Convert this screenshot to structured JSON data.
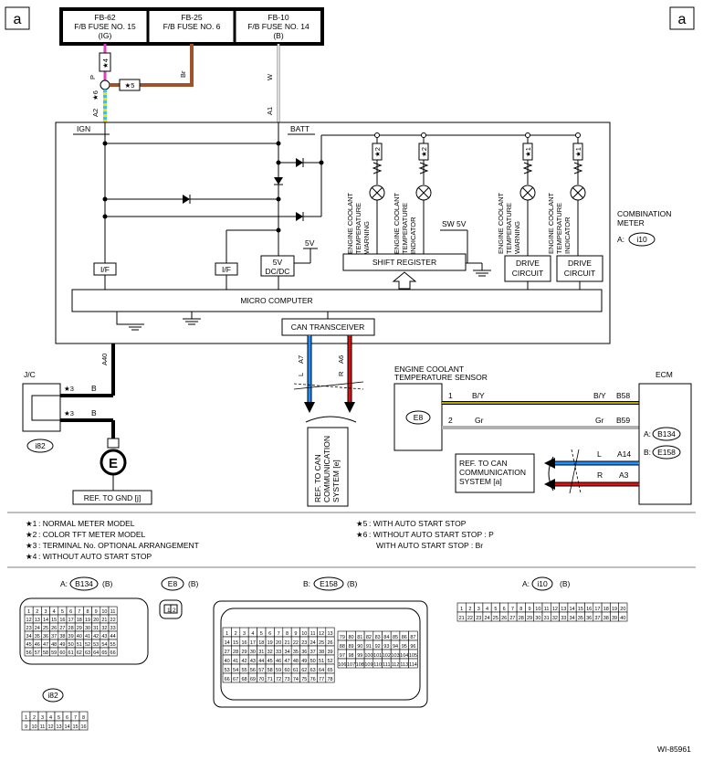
{
  "section_tag": "a",
  "fuses": [
    {
      "id": "FB-62",
      "name": "F/B FUSE NO. 15",
      "sub": "(IG)"
    },
    {
      "id": "FB-25",
      "name": "F/B FUSE NO. 6",
      "sub": ""
    },
    {
      "id": "FB-10",
      "name": "F/B FUSE NO. 14",
      "sub": "(B)"
    }
  ],
  "wire_labels": {
    "p": "P",
    "br": "Br",
    "w": "W",
    "a2": "A2",
    "a1": "A1",
    "a40": "A40",
    "a7": "A7",
    "a6": "A6",
    "l": "L",
    "r": "R",
    "b": "B",
    "b_y": "B/Y",
    "gr": "Gr",
    "b58": "B58",
    "b59": "B59",
    "a14": "A14",
    "a3": "A3",
    "pin1": "1",
    "pin2": "2"
  },
  "stars": {
    "s1": "★1",
    "s2": "★2",
    "s3": "★3",
    "s4": "★4",
    "s5": "★5",
    "s6": "★6"
  },
  "meter": {
    "ign": "IGN",
    "batt": "BATT",
    "sw5v": "SW 5V",
    "v5": "5V",
    "if_label": "I/F",
    "dcdc_1": "5V",
    "dcdc_2": "DC/DC",
    "micro": "MICRO COMPUTER",
    "can": "CAN TRANSCEIVER",
    "shift": "SHIFT REGISTER",
    "drive_1": "DRIVE",
    "drive_2": "CIRCUIT",
    "leds": [
      {
        "l1": "ENGINE COOLANT",
        "l2": "TEMPERATURE",
        "l3": "WARNING"
      },
      {
        "l1": "ENGINE COOLANT",
        "l2": "TEMPERATURE",
        "l3": "INDICATOR"
      },
      {
        "l1": "ENGINE COOLANT",
        "l2": "TEMPERATURE",
        "l3": "WARNING"
      },
      {
        "l1": "ENGINE COOLANT",
        "l2": "TEMPERATURE",
        "l3": "INDICATOR"
      }
    ],
    "title_1": "COMBINATION",
    "title_2": "METER",
    "conn_prefix": "A:",
    "conn": "i10"
  },
  "jc": {
    "label": "J/C",
    "conn": "i82",
    "gnd": "E",
    "ref_gnd": "REF. TO GND [j]"
  },
  "can_ref": {
    "l1": "REF. TO CAN",
    "l2": "COMMUNICATION",
    "l3": "SYSTEM [e]"
  },
  "sensor": {
    "l1": "ENGINE COOLANT",
    "l2": "TEMPERATURE SENSOR",
    "conn": "E8"
  },
  "ecm": {
    "label": "ECM",
    "a_prefix": "A:",
    "a_conn": "B134",
    "b_prefix": "B:",
    "b_conn": "E158",
    "ref_1": "REF. TO CAN",
    "ref_2": "COMMUNICATION",
    "ref_3": "SYSTEM [a]"
  },
  "notes": [
    {
      "star": "★1",
      "text": ": NORMAL METER MODEL"
    },
    {
      "star": "★2",
      "text": ": COLOR TFT METER MODEL"
    },
    {
      "star": "★3",
      "text": ": TERMINAL No. OPTIONAL ARRANGEMENT"
    },
    {
      "star": "★4",
      "text": ": WITHOUT AUTO START STOP"
    },
    {
      "star": "★5",
      "text": ": WITH AUTO START STOP"
    },
    {
      "star": "★6",
      "text": ": WITHOUT AUTO START STOP  : P"
    },
    {
      "star": "",
      "text": "WITH AUTO START STOP  : Br"
    }
  ],
  "connectors": {
    "b134": {
      "prefix": "A:",
      "name": "B134",
      "suffix": "(B)"
    },
    "e8": {
      "prefix": "",
      "name": "E8",
      "suffix": "(B)"
    },
    "e158": {
      "prefix": "B:",
      "name": "E158",
      "suffix": "(B)"
    },
    "i10": {
      "prefix": "A:",
      "name": "i10",
      "suffix": "(B)"
    },
    "i82": {
      "prefix": "",
      "name": "i82",
      "suffix": ""
    }
  },
  "colors": {
    "blue": "#1e90ff",
    "red": "#dd1111",
    "brown": "#a0522d",
    "pink": "#e040c0",
    "yellow": "#f0e000",
    "cyan": "#40c0e0",
    "gray": "#b0b0b0"
  },
  "footer_id": "WI-85961"
}
